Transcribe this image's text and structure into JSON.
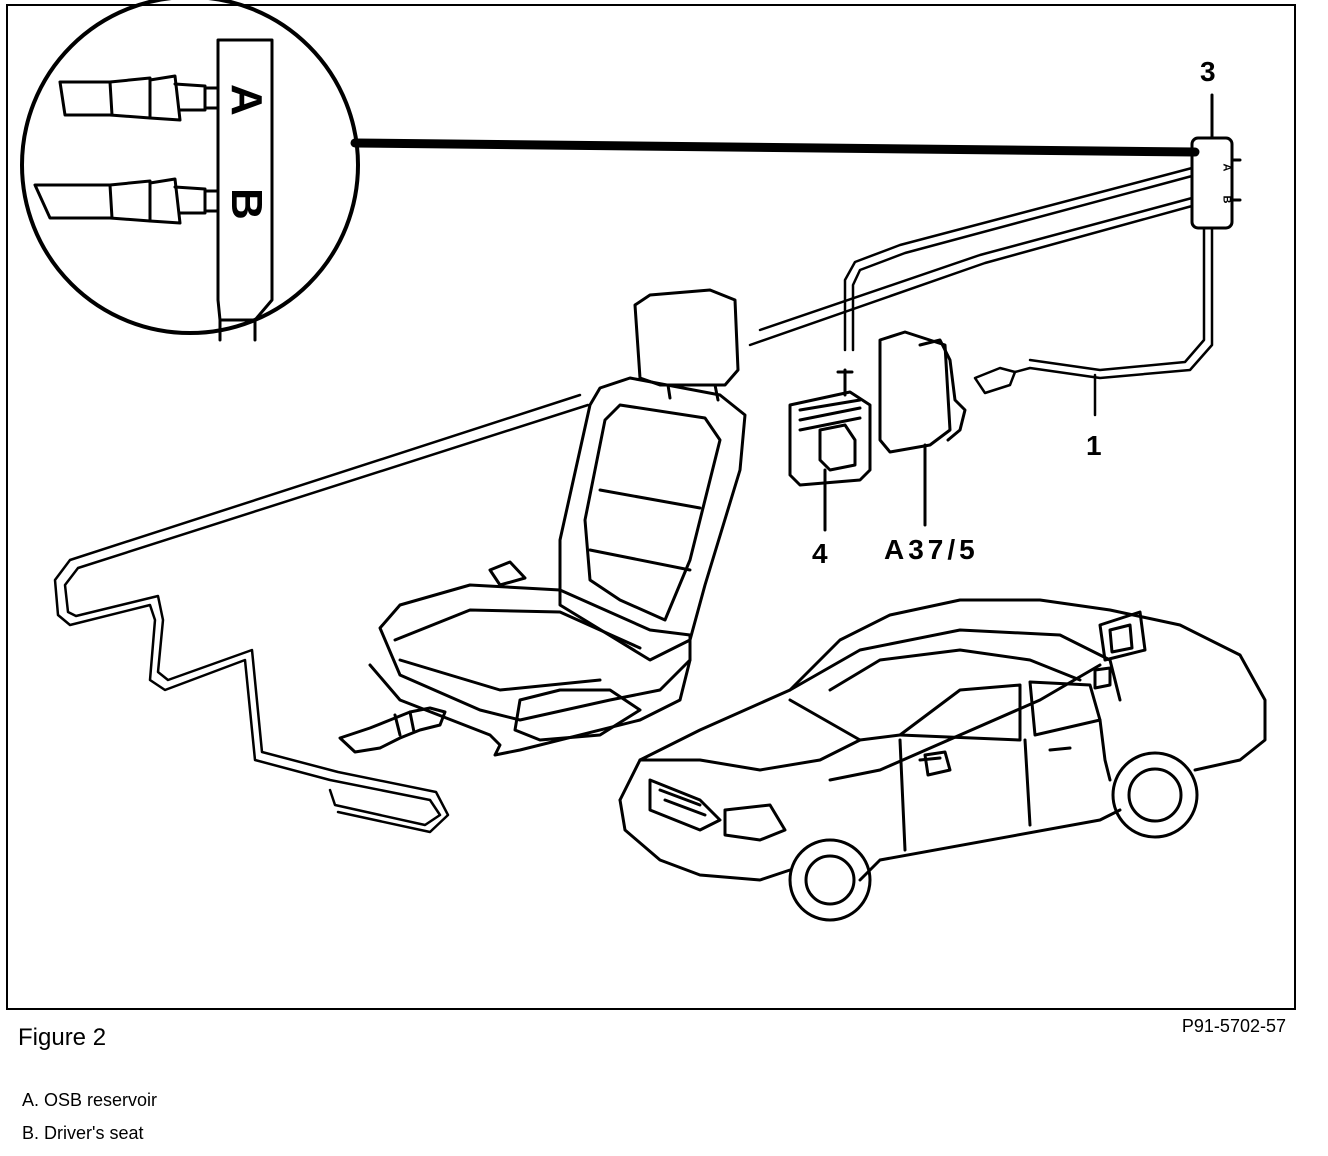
{
  "figure": {
    "title": "Figure 2",
    "code": "P91-5702-57"
  },
  "callouts": {
    "label_1": "1",
    "label_3": "3",
    "label_4": "4",
    "label_a37": "A37/5"
  },
  "inset": {
    "port_a": "A",
    "port_b": "B"
  },
  "reservoir_ports": {
    "a": "A",
    "b": "B"
  },
  "legend": [
    {
      "text": "A.  OSB reservoir"
    },
    {
      "text": "B.  Driver's seat"
    }
  ]
}
